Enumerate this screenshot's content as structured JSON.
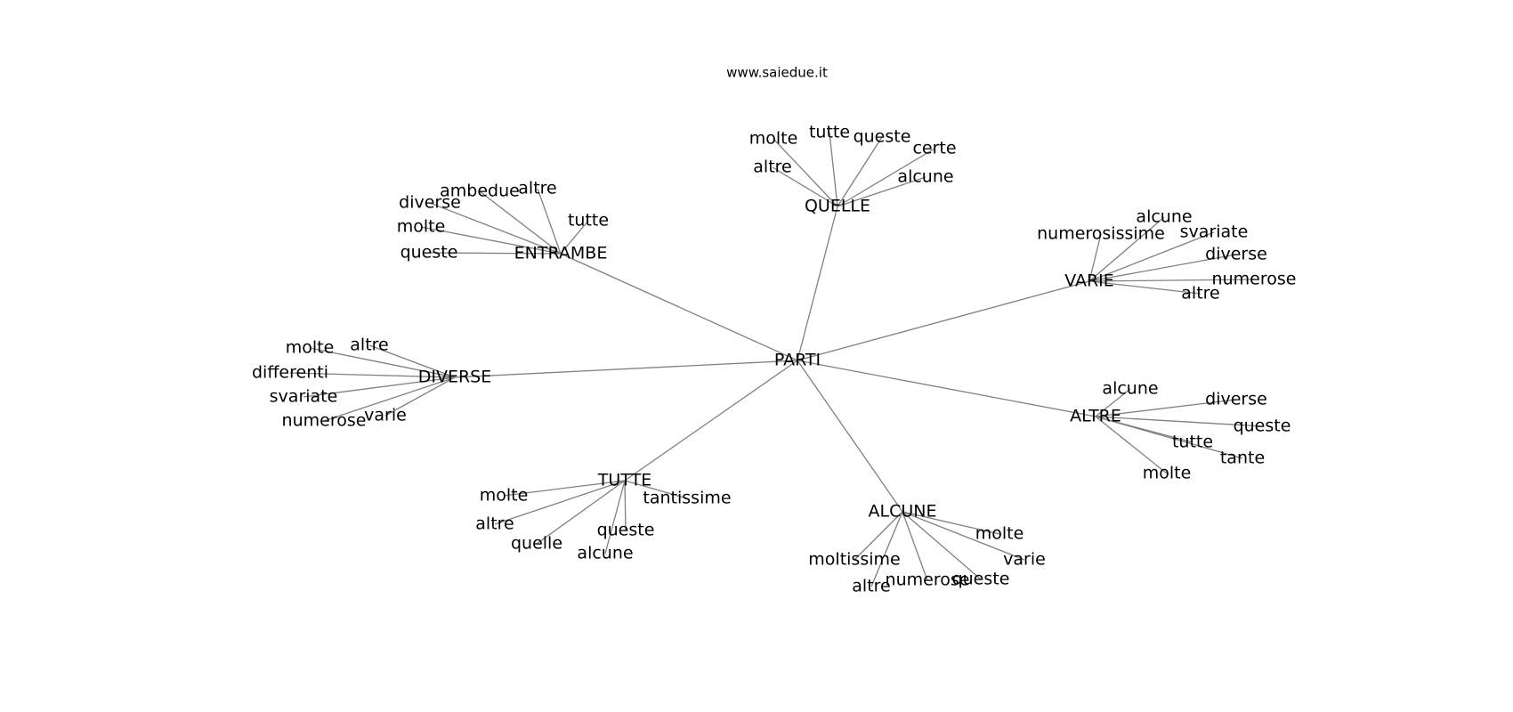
{
  "credit": "www.saiedue.it",
  "graph": {
    "root": "PARTI",
    "hubs": [
      {
        "label": "QUELLE",
        "leaves": [
          "molte",
          "tutte",
          "queste",
          "certe",
          "altre",
          "alcune"
        ]
      },
      {
        "label": "ENTRAMBE",
        "leaves": [
          "ambedue",
          "altre",
          "diverse",
          "tutte",
          "molte",
          "queste"
        ]
      },
      {
        "label": "VARIE",
        "leaves": [
          "alcune",
          "numerosissime",
          "svariate",
          "diverse",
          "numerose",
          "altre"
        ]
      },
      {
        "label": "DIVERSE",
        "leaves": [
          "molte",
          "altre",
          "differenti",
          "svariate",
          "numerose",
          "varie"
        ]
      },
      {
        "label": "ALTRE",
        "leaves": [
          "alcune",
          "diverse",
          "queste",
          "tutte",
          "tante",
          "molte"
        ]
      },
      {
        "label": "TUTTE",
        "leaves": [
          "molte",
          "tantissime",
          "altre",
          "queste",
          "quelle",
          "alcune"
        ]
      },
      {
        "label": "ALCUNE",
        "leaves": [
          "molte",
          "moltissime",
          "varie",
          "queste",
          "numerose",
          "altre"
        ]
      }
    ]
  }
}
